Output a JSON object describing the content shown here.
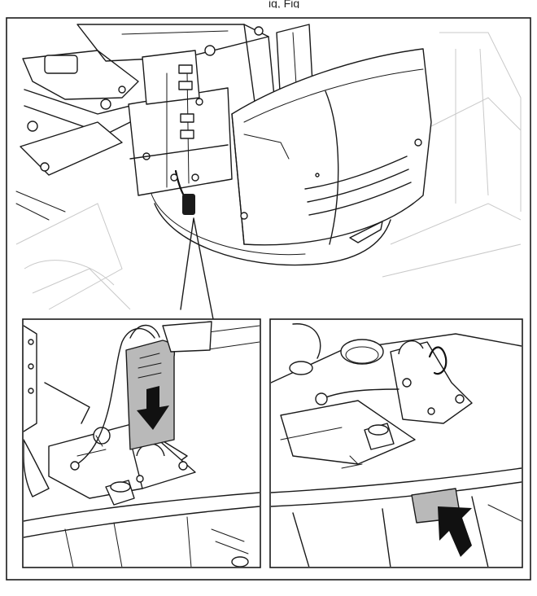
{
  "caption": {
    "cropped_text": "ig, Fig"
  },
  "figure": {
    "colors": {
      "ink": "#1a1a1a",
      "highlight_gray": "#b9b9b9",
      "background": "#ffffff",
      "faint_lines": "#c9c9c9"
    },
    "panels": [
      {
        "name": "overview",
        "description_icon": "machine-overview"
      },
      {
        "name": "detail-left",
        "arrow": "down-arrow-icon"
      },
      {
        "name": "detail-right",
        "arrow": "diagonal-arrow-icon"
      }
    ]
  }
}
